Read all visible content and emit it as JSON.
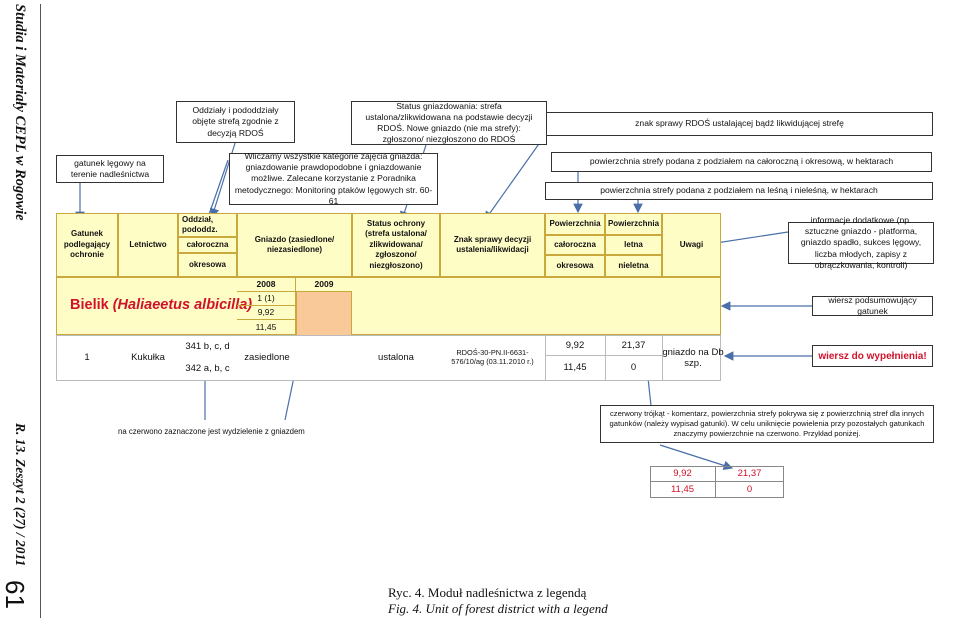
{
  "journal": {
    "title": "Studia i Materiały CEPL w Rogowie",
    "issue": "R. 13. Zeszyt 2 (27) / 2011",
    "page_number": "61"
  },
  "callouts": {
    "top_oddzialy": "Oddziały i pododdziały objęte strefą zgodnie z decyzją RDOŚ",
    "top_status": "Status gniazdowania: strefa ustalona/zlikwidowana na podstawie decyzji RDOŚ. Nowe gniazdo (nie ma strefy): zgłoszono/ niezgłoszono do RDOŚ",
    "top_znak": "znak sprawy RDOŚ ustalającej bądź likwidującej strefę",
    "gatunek_na_terenie": "gatunek lęgowy na terenie nadleśnictwa",
    "kategorie": "Wliczamy wszystkie kategorie zajęcia gniazda: gniazdowanie prawdopodobne i gniazdowanie możliwe. Zalecane korzystanie z Poradnika metodycznego: Monitoring ptaków lęgowych str. 60-61",
    "pow_calo": "powierzchnia strefy podana z podziałem na całoroczną i okresową, w hektarach",
    "pow_lesna": "powierzchnia strefy podana z podziałem na leśną i nieleśną, w hektarach",
    "informacje": "informacje dodatkowe (np. sztuczne gniazdo - platforma, gniazdo spadło, sukces lęgowy, liczba młodych, zapisy z obrączkowania, kontroli)",
    "wiersz_podsum": "wiersz podsumowujący gatunek",
    "wiersz_wypelnienia": "wiersz do wypełnienia!",
    "czerwony": "czerwony trójkąt - komentarz, powierzchnia strefy pokrywa się z powierzchnią stref dla innych gatunków (należy wypisad gatunki). W celu uniknięcie powielenia przy pozostałych gatunkach znaczymy powierzchnie na czerwono. Przykład poniżej.",
    "na_czerwono": "na czerwono zaznaczone jest wydzielenie z gniazdem"
  },
  "table_header": {
    "gatunek": "Gatunek podlegający ochronie",
    "letnictwo": "Letnictwo",
    "oddzial": "Oddział, pododdz.",
    "calo": "całoroczna",
    "okres": "okresowa",
    "gniazdo": "Gniazdo (zasiedlone/ niezasiedlone)",
    "status": "Status ochrony (strefa ustalona/ zlikwidowana/ zgłoszono/ niezgłoszono)",
    "znak": "Znak sprawy decyzji ustalenia/likwidacji",
    "pow1": "Powierzchnia",
    "pow1_calo": "całoroczna",
    "pow1_okres": "okresowa",
    "pow2": "Powierzchnia",
    "pow2_letna": "letna",
    "pow2_nieletna": "nieletna",
    "uwagi": "Uwagi"
  },
  "summary_row": {
    "species": "Bielik",
    "latin": "(Haliaeetus albicilla)",
    "year1": "2008",
    "year2": "2009",
    "v1": "1 (1)",
    "v2": "9,92",
    "v3": "11,45"
  },
  "data_row": {
    "lp": "1",
    "letnictwo": "Kukułka",
    "oddz1": "341 b, c, d",
    "oddz2": "342 a, b, c",
    "gniazdo": "zasiedlone",
    "status": "ustalona",
    "znak": "RDOŚ-30-PN.II-6631-576/10/ag (03.11.2010 r.)",
    "calo": "9,92",
    "okres": "11,45",
    "letna": "21,37",
    "nieletna": "0",
    "uwagi": "gniazdo na Db szp."
  },
  "example": {
    "a": "9,92",
    "b": "21,37",
    "c": "11,45",
    "d": "0"
  },
  "caption": {
    "pl": "Ryc. 4. Moduł nadleśnictwa z legendą",
    "en": "Fig. 4. Unit of forest district with a legend"
  },
  "colors": {
    "header_fill": "#fffdc6",
    "summary_highlight": "#f9c99a",
    "arrow": "#4a6ea9",
    "red_text": "#d0122b"
  }
}
